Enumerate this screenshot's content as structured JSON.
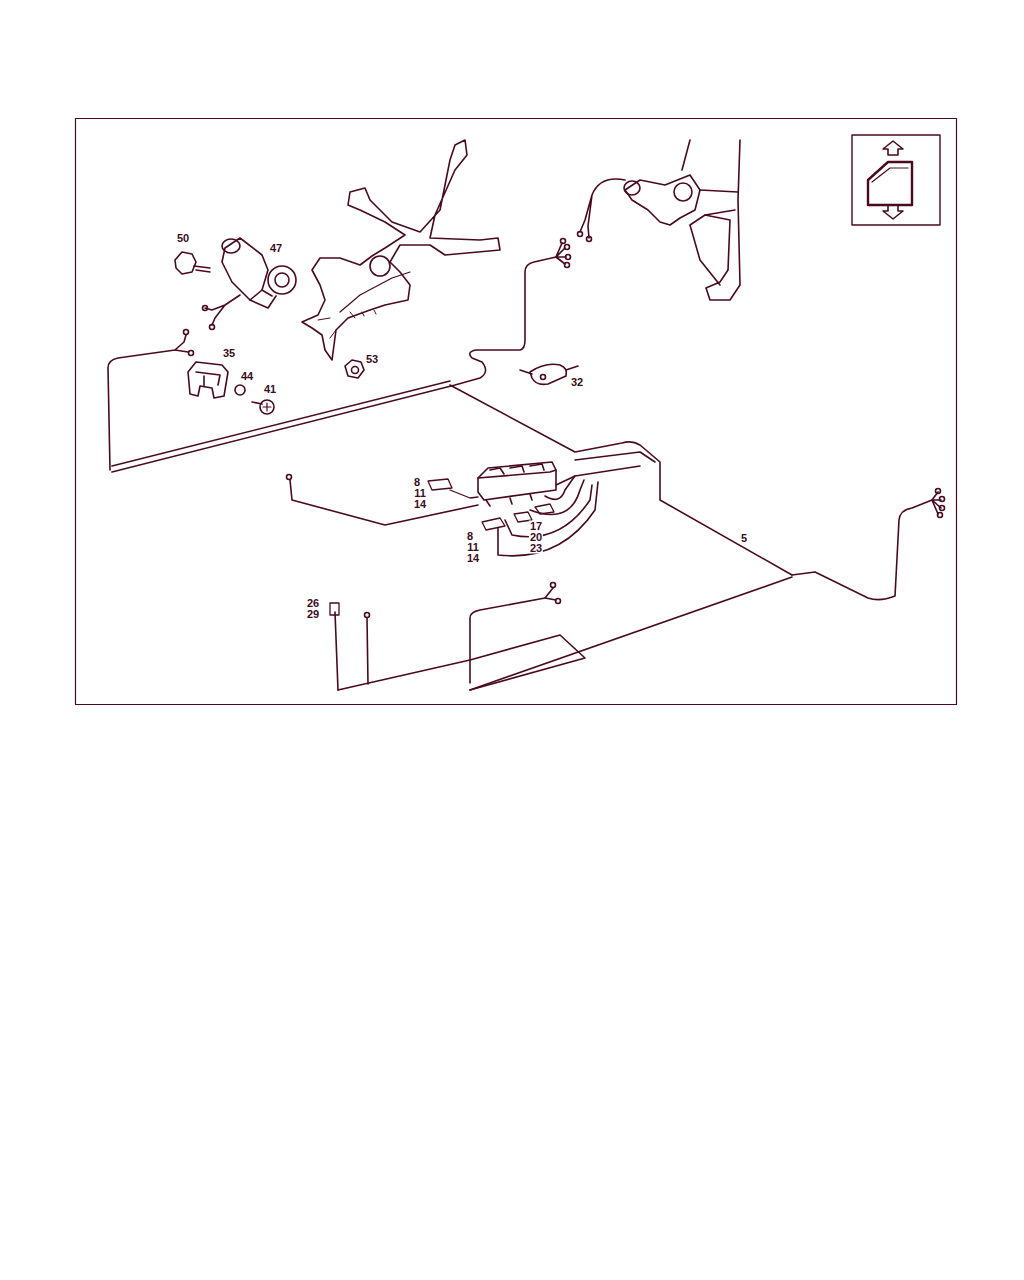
{
  "diagram": {
    "labels": [
      "50",
      "47",
      "35",
      "44",
      "41",
      "53",
      "32",
      "8",
      "11",
      "14",
      "17",
      "20",
      "23",
      "8",
      "11",
      "14",
      "5",
      "26",
      "29"
    ]
  }
}
